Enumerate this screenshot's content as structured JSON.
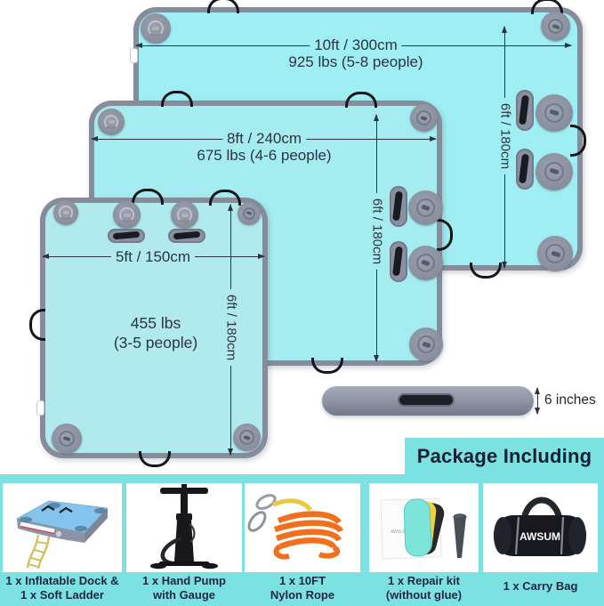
{
  "docks": [
    {
      "name": "large-dock",
      "width_label": "10ft / 300cm",
      "capacity_label": "925 lbs (5-8 people)",
      "height_label": "6ft / 180cm"
    },
    {
      "name": "medium-dock",
      "width_label": "8ft / 240cm",
      "capacity_label": "675 lbs (4-6 people)",
      "height_label": "6ft / 180cm"
    },
    {
      "name": "small-dock",
      "width_label": "5ft / 150cm",
      "capacity_line1": "455 lbs",
      "capacity_line2": "(3-5 people)",
      "height_label": "6ft / 180cm"
    }
  ],
  "side_view": {
    "thickness_label": "6 inches"
  },
  "package": {
    "title": "Package Including",
    "brand": "AWSUM",
    "items": [
      {
        "line1": "1 x Inflatable Dock &",
        "line2": "1 x Soft Ladder"
      },
      {
        "line1": "1 x Hand Pump",
        "line2": "with Gauge"
      },
      {
        "line1": "1 x 10FT",
        "line2": "Nylon Rope"
      },
      {
        "line1": "1 x Repair kit",
        "line2": "(without glue)"
      },
      {
        "line1": "1 x Carry Bag",
        "line2": ""
      }
    ]
  },
  "colors": {
    "accent_teal": "#7ce2e1",
    "dock_fill_large": "#9feef3",
    "dock_fill_medium": "#a5ecf1",
    "dock_fill_small": "#b0eaee",
    "dock_border": "#868c9a",
    "hardware_gray": "#8e93a1",
    "dim_text": "#2d3440",
    "label_text": "#1c2742"
  }
}
